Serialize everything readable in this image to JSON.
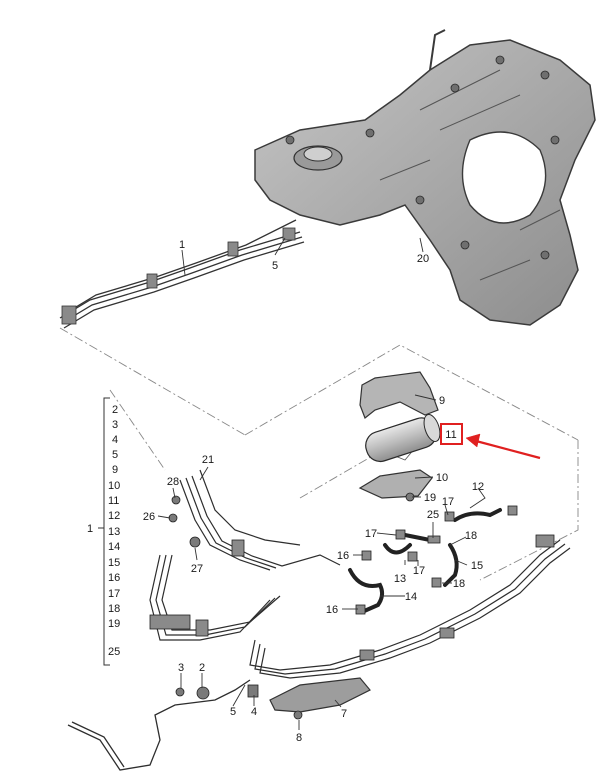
{
  "diagram": {
    "labels": {
      "l1_top": "1",
      "l5_top": "5",
      "l20": "20",
      "l9": "9",
      "l11": "11",
      "l10": "10",
      "l19": "19",
      "l17a": "17",
      "l12": "12",
      "l25": "25",
      "l18a": "18",
      "l17b": "17",
      "l16a": "16",
      "l13": "13",
      "l17c": "17",
      "l15": "15",
      "l18b": "18",
      "l14": "14",
      "l16b": "16",
      "l21": "21",
      "l28": "28",
      "l26": "26",
      "l27": "27",
      "l3": "3",
      "l2": "2",
      "l5b": "5",
      "l4": "4",
      "l7": "7",
      "l8": "8"
    },
    "group_label": "1",
    "group_items": [
      "2",
      "3",
      "4",
      "5",
      "9",
      "10",
      "11",
      "12",
      "13",
      "14",
      "15",
      "16",
      "17",
      "18",
      "19",
      "25"
    ],
    "highlight_color": "#e02020"
  }
}
